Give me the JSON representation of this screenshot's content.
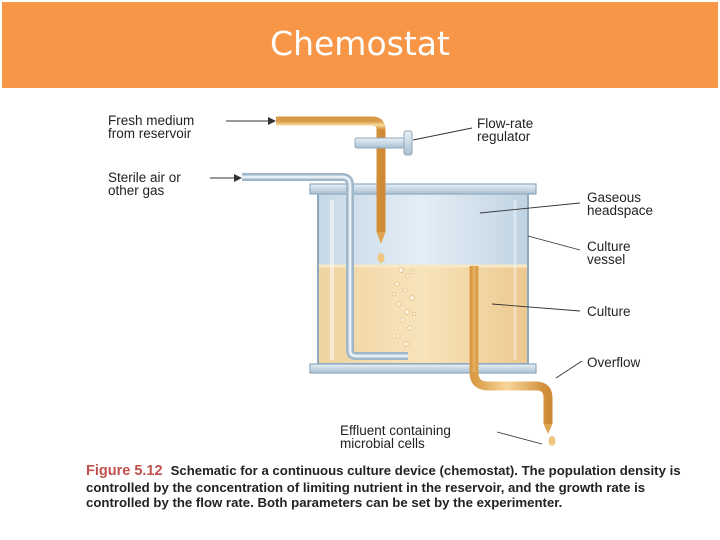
{
  "title": "Chemostat",
  "labels": {
    "fresh_medium": "Fresh medium\nfrom reservoir",
    "sterile_air": "Sterile air or\nother gas",
    "flow_rate": "Flow-rate\nregulator",
    "headspace": "Gaseous\nheadspace",
    "vessel": "Culture\nvessel",
    "culture": "Culture",
    "overflow": "Overflow",
    "effluent": "Effluent containing\nmicrobial cells"
  },
  "caption": {
    "figure_number": "Figure 5.12",
    "text": "Schematic for a continuous culture device (chemostat). The population density is controlled by the concentration of limiting nutrient in the reservoir, and the growth rate is controlled by the flow rate. Both parameters can be set by the experimenter."
  },
  "colors": {
    "title_bar": "#f79647",
    "medium": "#f0c070",
    "culture": "#f5d9a0",
    "headspace": "#d6e6f0",
    "glass_edge": "#9fb7c9",
    "figure_label": "#c0504d"
  }
}
